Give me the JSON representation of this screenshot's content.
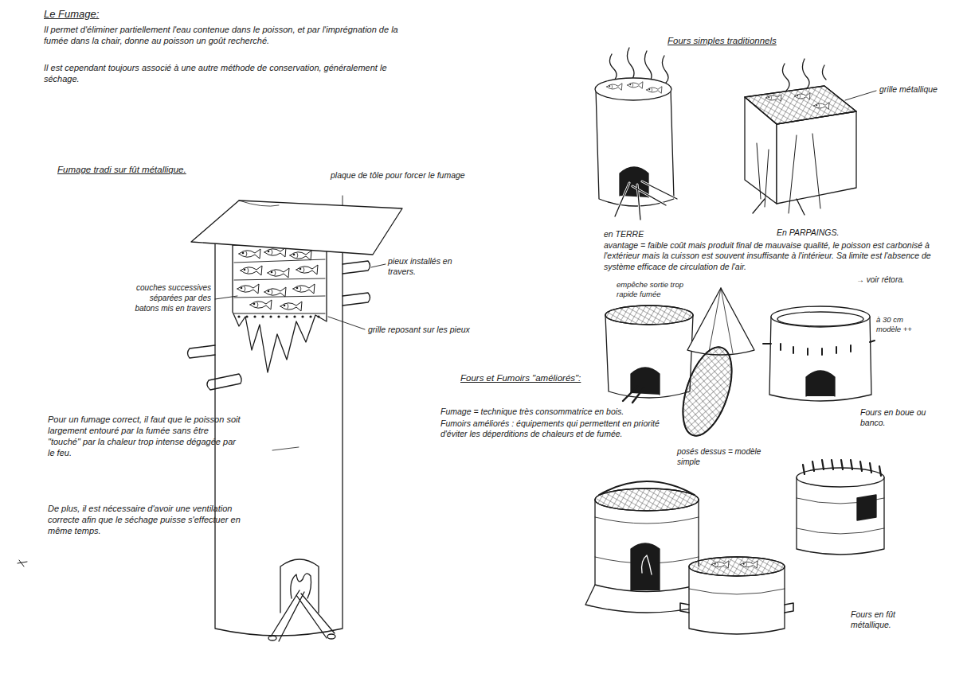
{
  "diagram": {
    "title": "Le Fumage:",
    "labels": [
      "Il permet d'éliminer partiellement l'eau contenue dans le poisson, et par l'imprégnation de la fumée dans la chair, donne au poisson un goût recherché.",
      "Il est cependant toujours associé à une autre méthode de conservation, généralement le séchage.",
      "Fumage tradi sur fût métallique.",
      "plaque de tôle pour forcer le fumage",
      "pieux installés en travers.",
      "couches successives séparées par des batons mis en travers",
      "grille reposant sur les pieux",
      "Pour un fumage correct, il faut que le poisson soit largement entouré par la fumée sans être \"touché\" par la chaleur trop intense dégagée par le feu.",
      "De plus, il est nécessaire d'avoir une ventilation correcte afin que le séchage puisse s'effectuer en même temps.",
      "Fours simples traditionnels",
      "grille métallique",
      "en TERRE",
      "En PARPAINGS.",
      "avantage = faible coût mais produit final de mauvaise qualité, le poisson est carbonisé à l'extérieur mais la cuisson est souvent insuffisante à l'intérieur. Sa limite est l'absence de système efficace de circulation de l'air.",
      "→ voir rétora.",
      "empêche sortie trop rapide fumée",
      "posés dessus = modèle simple",
      "à 30 cm",
      "modèle ++",
      "Fours en boue ou banco.",
      "Fours et Fumoirs \"améliorés\":",
      "Fumage = technique très consommatrice en bois.",
      "Fumoirs améliorés : équipements qui permettent en priorité d'éviter les déperditions de chaleurs et de fumée.",
      "Fours en fût métallique."
    ]
  }
}
